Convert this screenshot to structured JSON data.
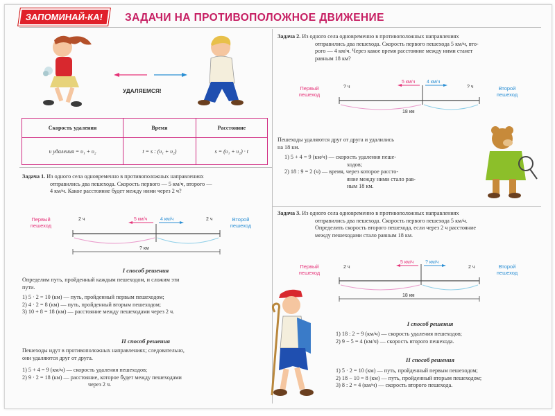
{
  "badge": "ЗАПОМИНАЙ-КА!",
  "title": "ЗАДАЧИ НА ПРОТИВОПОЛОЖНОЕ ДВИЖЕНИЕ",
  "moving_away": "УДАЛЯЕМСЯ!",
  "table": {
    "headers": [
      "Скорость удаления",
      "Время",
      "Расстояние"
    ],
    "row": [
      "υ удаления = υ₁ + υ₂",
      "t = s : (υ₁ + υ₂)",
      "s = (υ₁ + υ₂) · t"
    ]
  },
  "task1": {
    "heading": "Задача 1.",
    "text1": "Из одного села одновременно в противоположных направлениях",
    "text2": "отправились два пешехода. Скорость первого — 5 км/ч, второго —",
    "text3": "4 км/ч. Какое расстояние будет между ними через 2 ч?",
    "left_label": "Первый пешеход",
    "right_label": "Второй пешеход",
    "speed_left": "5 км/ч",
    "speed_right": "4 км/ч",
    "time_left": "2 ч",
    "time_right": "2 ч",
    "distance": "? км",
    "method1": "I способ решения",
    "method1_intro1": "Определим путь, пройденный каждым пешеходом, и сложим эти",
    "method1_intro2": "пути.",
    "m1_steps": [
      "1) 5 · 2 = 10 (км) — путь, пройденный первым пешеходом;",
      "2) 4 · 2 = 8 (км) — путь, пройденный вторым пешеходом;",
      "3) 10 + 8 = 18 (км) — расстояние между пешеходами через 2 ч."
    ],
    "method2": "II способ решения",
    "method2_intro1": "Пешеходы идут в противоположных направлениях; следовательно,",
    "method2_intro2": "они удаляются друг от друга.",
    "m2_steps": [
      "1) 5 + 4 = 9 (км/ч) — скорость удаления пешеходов;",
      "2) 9 · 2 = 18 (км) — расстояние, которое будет между пешеходами",
      "через 2 ч."
    ]
  },
  "task2": {
    "heading": "Задача 2.",
    "text1": "Из одного села одновременно в противоположных направлениях",
    "text2": "отправились два пешехода. Скорость первого пешехода 5 км/ч, вто-",
    "text3": "рого — 4 км/ч. Через какое время расстояние между ними станет",
    "text4": "равным 18 км?",
    "left_label": "Первый пешеход",
    "right_label": "Второй пешеход",
    "speed_left": "5 км/ч",
    "speed_right": "4 км/ч",
    "time_left": "? ч",
    "time_right": "? ч",
    "distance": "18 км",
    "after1": "Пешеходы удаляются друг от друга и удалились",
    "after2": "на 18 км.",
    "steps": [
      "1) 5 + 4 = 9 (км/ч) — скорость удаления пеше-",
      "ходов;",
      "2) 18 : 9 = 2 (ч) — время, через которое рассто-",
      "яние между ними стало рав-",
      "ным 18 км."
    ]
  },
  "task3": {
    "heading": "Задача 3.",
    "text1": "Из одного села одновременно в противоположных направлениях",
    "text2": "отправились два пешехода. Скорость первого пешехода 5 км/ч.",
    "text3": "Определить скорость второго пешехода, если через 2 ч расстояние",
    "text4": "между пешеходами стало равным 18 км.",
    "left_label": "Первый пешеход",
    "right_label": "Второй пешеход",
    "speed_left": "5 км/ч",
    "speed_right": "? км/ч",
    "time_left": "2 ч",
    "time_right": "2 ч",
    "distance": "18 км",
    "method1": "I способ решения",
    "m1_steps": [
      "1) 18 : 2 = 9 (км/ч) — скорость удаления пешеходов;",
      "2) 9 − 5 = 4 (км/ч) — скорость второго пешехода."
    ],
    "method2": "II способ решения",
    "m2_steps": [
      "1) 5 · 2 = 10 (км) — путь, пройденный первым пешеходом;",
      "2) 18 − 10 = 8 (км) — путь, пройденный вторым пешеходом;",
      "3) 8 : 2 = 4 (км/ч) — скорость второго пешехода."
    ]
  }
}
